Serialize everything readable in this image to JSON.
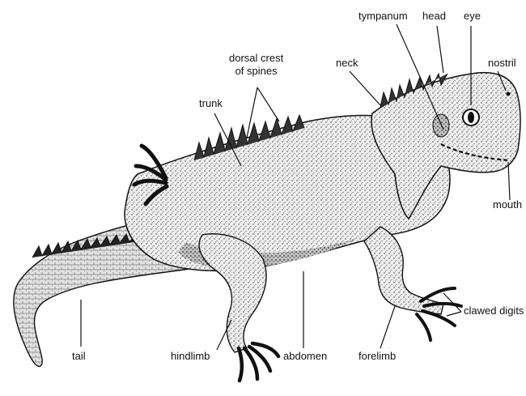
{
  "labels": {
    "tympanum": "tympanum",
    "head": "head",
    "eye": "eye",
    "nostril": "nostril",
    "neck": "neck",
    "dorsal_crest": "dorsal crest\nof spines",
    "dorsal_crest_line1": "dorsal crest",
    "dorsal_crest_line2": "of spines",
    "trunk": "trunk",
    "mouth": "mouth",
    "clawed_digits": "clawed digits",
    "forelimb": "forelimb",
    "abdomen": "abdomen",
    "hindlimb": "hindlimb",
    "tail": "tail"
  },
  "colors": {
    "ink": "#111111",
    "body_fill": "#e9e9e9",
    "shade": "#9a9a9a",
    "background": "#ffffff"
  }
}
